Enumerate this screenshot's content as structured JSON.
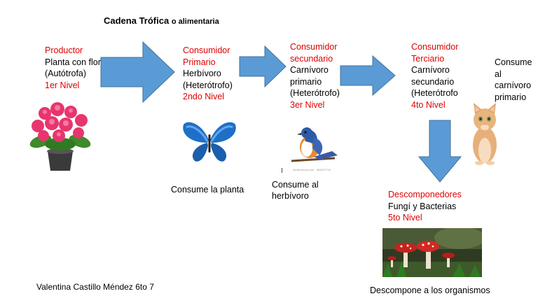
{
  "title": {
    "main": "Cadena Trófica",
    "suffix": "o alimentaria"
  },
  "nodes": [
    {
      "heading": [
        "Productor"
      ],
      "description": [
        "Planta con flor",
        "(Autótrofa)"
      ],
      "level": "1er Nivel",
      "caption": ""
    },
    {
      "heading": [
        "Consumidor",
        "Primario"
      ],
      "description": [
        "Herbívoro",
        "(Heterótrofo)"
      ],
      "level": "2ndo Nivel",
      "caption": "Consume la planta"
    },
    {
      "heading": [
        "Consumidor",
        "secundario"
      ],
      "description": [
        "Carnívoro",
        "primario",
        "(Heterótrofo)"
      ],
      "level": "3er Nivel",
      "caption_lines": [
        "Consume al",
        "herbívoro"
      ]
    },
    {
      "heading": [
        "Consumidor",
        "Terciario"
      ],
      "description": [
        "Carnívoro",
        "secundario",
        "(Heterótrofo"
      ],
      "level": "4to Nivel",
      "caption_lines": [
        "Consume",
        "al",
        "carnívoro",
        "primario"
      ]
    },
    {
      "heading": [
        "Descomponedores"
      ],
      "description": [
        "Fungí y Bacterias"
      ],
      "level": "5to Nivel",
      "caption": "Descompone a los organismos"
    }
  ],
  "author": "Valentina Castillo Méndez 6to 7",
  "bird_watermark": "shutterstock.com · 364007733",
  "colors": {
    "heading": "#e00000",
    "arrow": "#5b9bd5",
    "arrow_stroke": "#41719c"
  },
  "icons": [
    "flower-pot-icon",
    "butterfly-icon",
    "bird-icon",
    "kitten-icon",
    "mushrooms-icon"
  ]
}
